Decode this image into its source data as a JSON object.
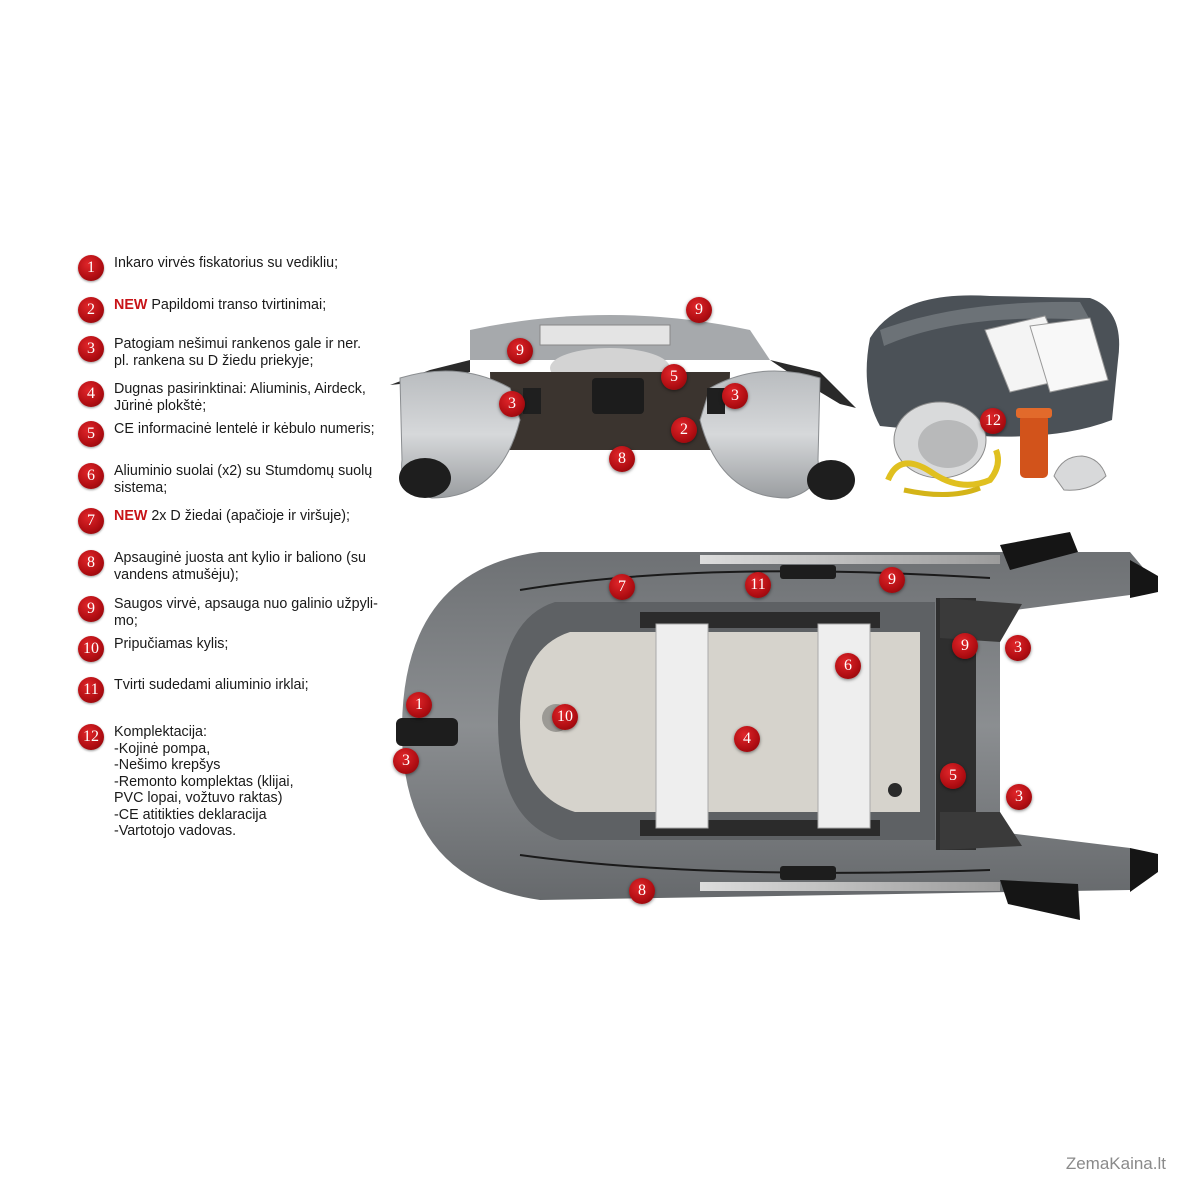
{
  "legend": [
    {
      "num": "1",
      "new": "",
      "text": "Inkaro virvės fiskatorius su vedikliu;"
    },
    {
      "num": "2",
      "new": "NEW",
      "text": "Papildomi transo tvirtinimai;"
    },
    {
      "num": "3",
      "new": "",
      "text": "Patogiam nešimui rankenos gale ir ner.\npl. rankena su D žiedu priekyje;"
    },
    {
      "num": "4",
      "new": "",
      "text": "Dugnas pasirinktinai: Aliuminis, Airdeck,\nJūrinė plokštė;"
    },
    {
      "num": "5",
      "new": "",
      "text": "CE informacinė lentelė ir kėbulo numeris;"
    },
    {
      "num": "6",
      "new": "",
      "text": "Aliuminio suolai (x2) su Stumdomų suolų\nsistema;"
    },
    {
      "num": "7",
      "new": "NEW",
      "text": "2x D žiedai (apačioje ir viršuje);"
    },
    {
      "num": "8",
      "new": "",
      "text": "Apsauginė juosta ant kylio ir baliono (su\nvandens atmušėju);"
    },
    {
      "num": "9",
      "new": "",
      "text": "Saugos virvė, apsauga nuo galinio užpyli-\nmo;"
    },
    {
      "num": "10",
      "new": "",
      "text": "Pripučiamas kylis;"
    },
    {
      "num": "11",
      "new": "",
      "text": "Tvirti sudedami aliuminio irklai;"
    },
    {
      "num": "12",
      "new": "",
      "text": "Komplektacija:\n-Kojinė pompa,\n-Nešimo krepšys\n-Remonto komplektas (klijai,\n PVC lopai, vožtuvo raktas)\n-CE atitikties deklaracija\n-Vartotojo vadovas."
    }
  ],
  "rear_view_badges": [
    "9",
    "9",
    "5",
    "3",
    "3",
    "2",
    "8"
  ],
  "kit_badges": [
    "12"
  ],
  "top_view_badges": [
    "7",
    "11",
    "9",
    "9",
    "3",
    "6",
    "1",
    "10",
    "4",
    "3",
    "5",
    "3",
    "8"
  ],
  "watermark": "ZemaKaina.lt",
  "colors": {
    "badge": "#b00d12",
    "new_label": "#c81418",
    "hull": "#7a7d80",
    "floor": "#d9d6cf"
  }
}
